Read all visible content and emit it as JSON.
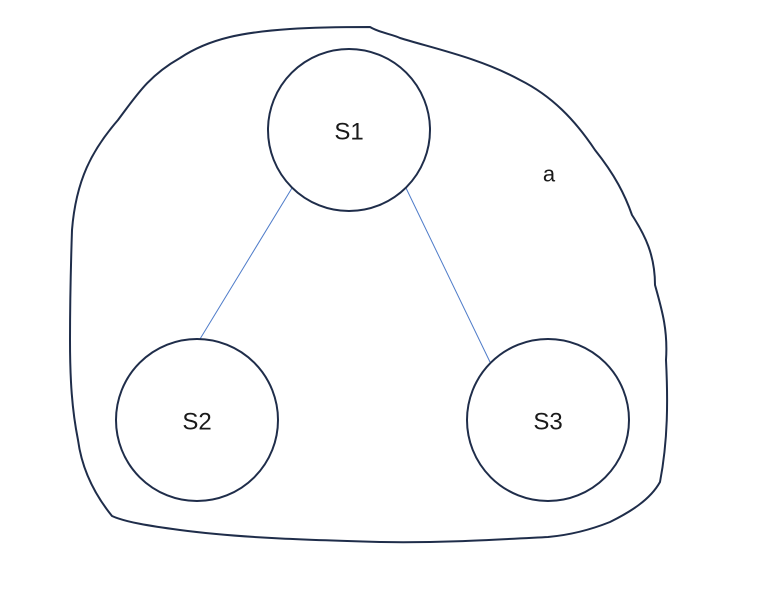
{
  "diagram": {
    "region": {
      "label": "a"
    },
    "nodes": [
      {
        "id": "s1",
        "label": "S1"
      },
      {
        "id": "s2",
        "label": "S2"
      },
      {
        "id": "s3",
        "label": "S3"
      }
    ],
    "edges": [
      {
        "from": "S1",
        "to": "S2"
      },
      {
        "from": "S1",
        "to": "S3"
      }
    ],
    "colors": {
      "outline": "#1f2d4a",
      "edge": "#4f7cc9",
      "text": "#1a1a1a"
    }
  }
}
